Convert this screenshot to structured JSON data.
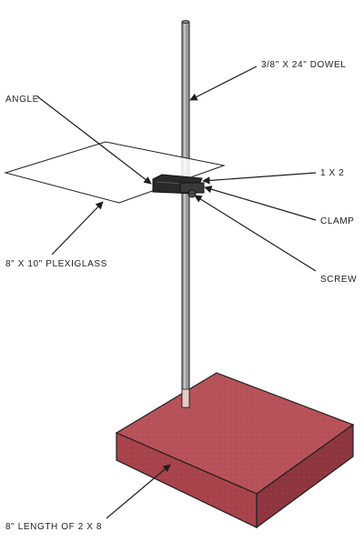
{
  "labels": {
    "dowel": "3/8\" X 24\" DOWEL",
    "angle": "ANGLE",
    "one_by_two": "1 X 2",
    "clamp": "CLAMP",
    "plexiglass": "8\" X 10\" PLEXIGLASS",
    "screw": "SCREW",
    "base": "8\" LENGTH OF 2 X 8"
  },
  "colors": {
    "base_top": "#b8525a",
    "base_front": "#a8434c",
    "base_side": "#8e3640",
    "dowel": "#9a9a9a",
    "clamp": "#2a2a2a",
    "outline": "#1e1e1e"
  }
}
